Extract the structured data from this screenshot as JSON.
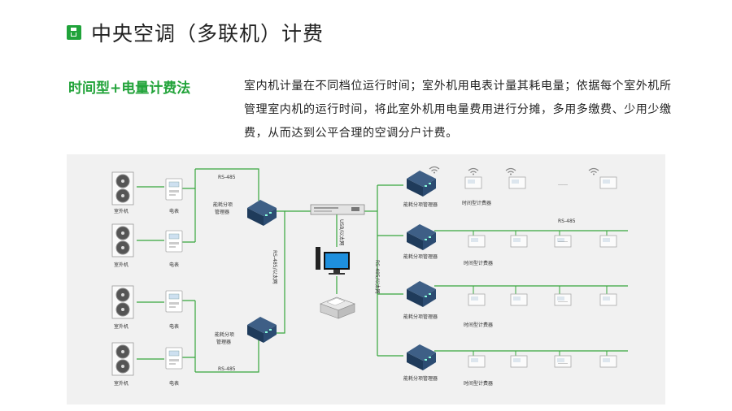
{
  "header": {
    "icon": "save-icon",
    "title": "中央空调（多联机）计费",
    "accent_color": "#20a33a"
  },
  "scheme": {
    "name": "时间型+电量计费法",
    "description": "室内机计量在不同档位运行时间；室外机用电表计量其耗电量；依据每个室外机所管理室内机的运行时间，将此室外机用电量费用进行分摊，多用多缴费、少用少缴费，从而达到公平合理的空调分户计费。"
  },
  "diagram": {
    "outdoor_unit_label": "室外机",
    "meter_label": "电表",
    "manager_label_line1": "能耗分项",
    "manager_label_line2": "管理器",
    "manager_label": "能耗分项管理器",
    "timer_label": "时间型计费器",
    "rs485_label": "RS-485",
    "link_label_left": "RS-485/以太网",
    "link_label_right": "RS-485/以太网",
    "usb_label": "USB/以太网",
    "ellipsis": "……",
    "line_color": "#37a63c"
  }
}
